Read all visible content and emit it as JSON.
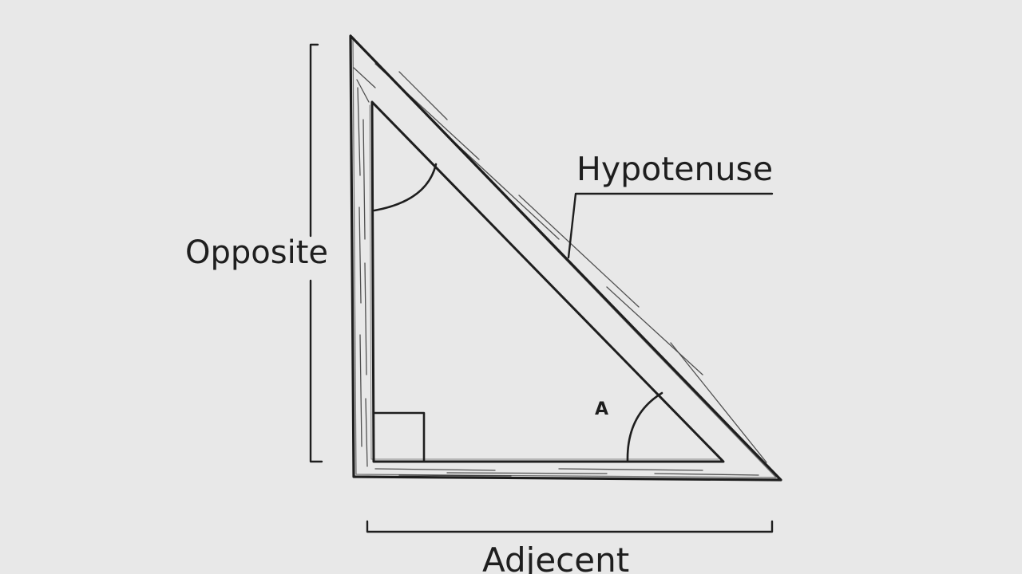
{
  "diagram": {
    "labels": {
      "hypotenuse": "Hypotenuse",
      "opposite": "Opposite",
      "adjacent": "Adjecent",
      "angle": "A"
    },
    "colors": {
      "background": "#e8e8e8",
      "ink": "#1e1e1e"
    }
  }
}
